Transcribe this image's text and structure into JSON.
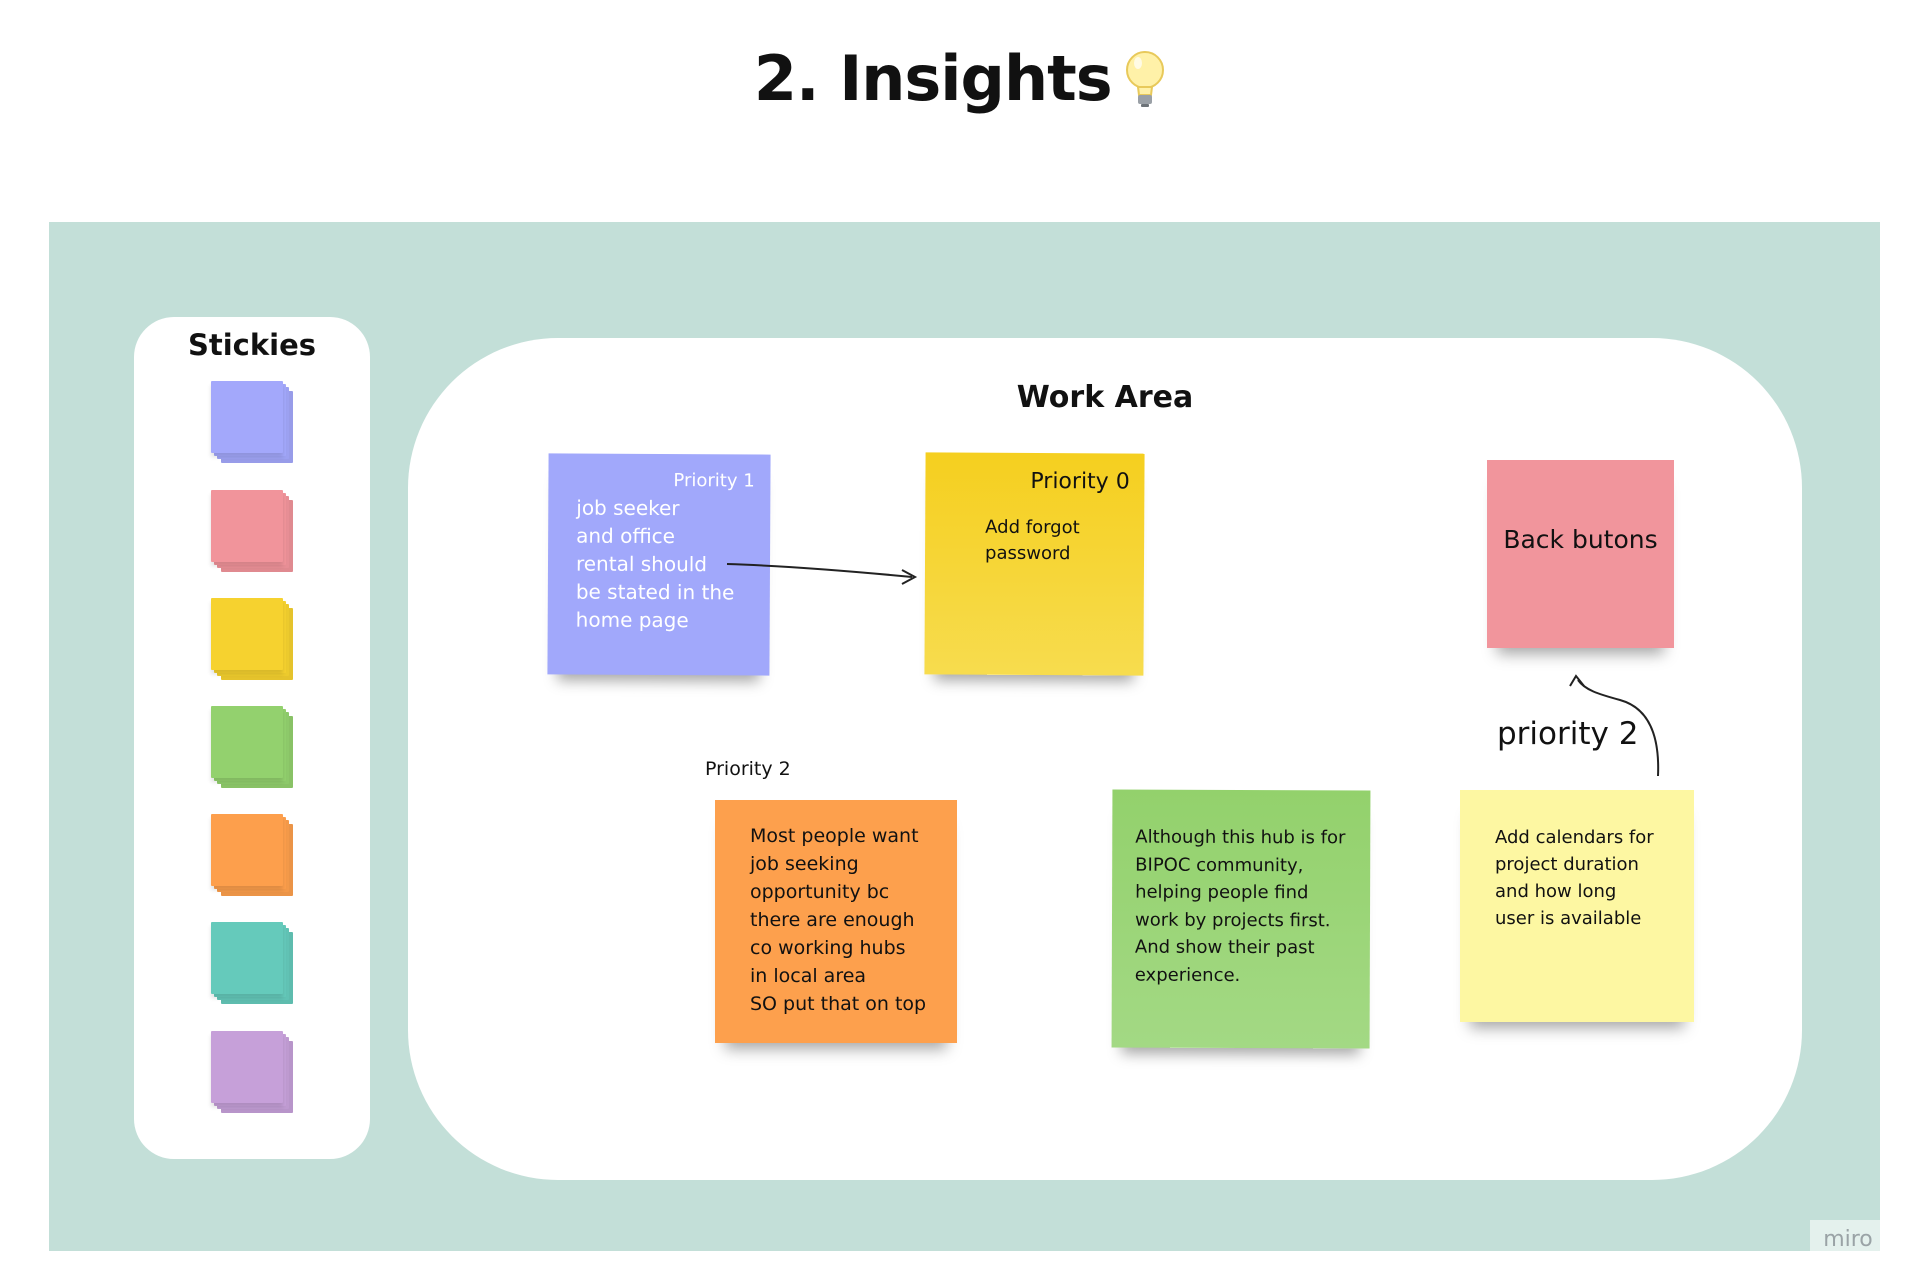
{
  "page": {
    "title": "2. Insights",
    "title_icon": "lightbulb-icon"
  },
  "stickies_panel": {
    "title": "Stickies",
    "stacks": [
      {
        "color": "#a3a8fb"
      },
      {
        "color": "#f1949b"
      },
      {
        "color": "#f6d22f"
      },
      {
        "color": "#93d16e"
      },
      {
        "color": "#fd9f4c"
      },
      {
        "color": "#65cabb"
      },
      {
        "color": "#c6a0d9"
      }
    ]
  },
  "work_area": {
    "title": "Work Area",
    "notes": {
      "priority1": {
        "label": "Priority 1",
        "text": "job seeker\nand office\nrental should\nbe stated in the\nhome page",
        "color": "#a1a8fb"
      },
      "priority0": {
        "label": "Priority 0",
        "text": "Add forgot\npassword",
        "color": "#f5d125"
      },
      "back": {
        "text": "Back butons",
        "color": "#f1959c"
      },
      "orange": {
        "text": "Most people want\njob seeking\nopportunity bc\nthere are enough\nco working hubs\nin local area\nSO put that on top",
        "color": "#fda04d"
      },
      "green": {
        "text": "Although this hub is for\nBIPOC community,\nhelping people find\nwork by projects first.\nAnd show their past\nexperience.",
        "color": "#97d271"
      },
      "yellow": {
        "text": "Add calendars for\nproject duration\nand how long\nuser is available",
        "color": "#fdf7a2"
      }
    },
    "labels": {
      "priority2_small": "Priority 2",
      "priority2_large": "priority 2"
    }
  },
  "watermark": "miro"
}
